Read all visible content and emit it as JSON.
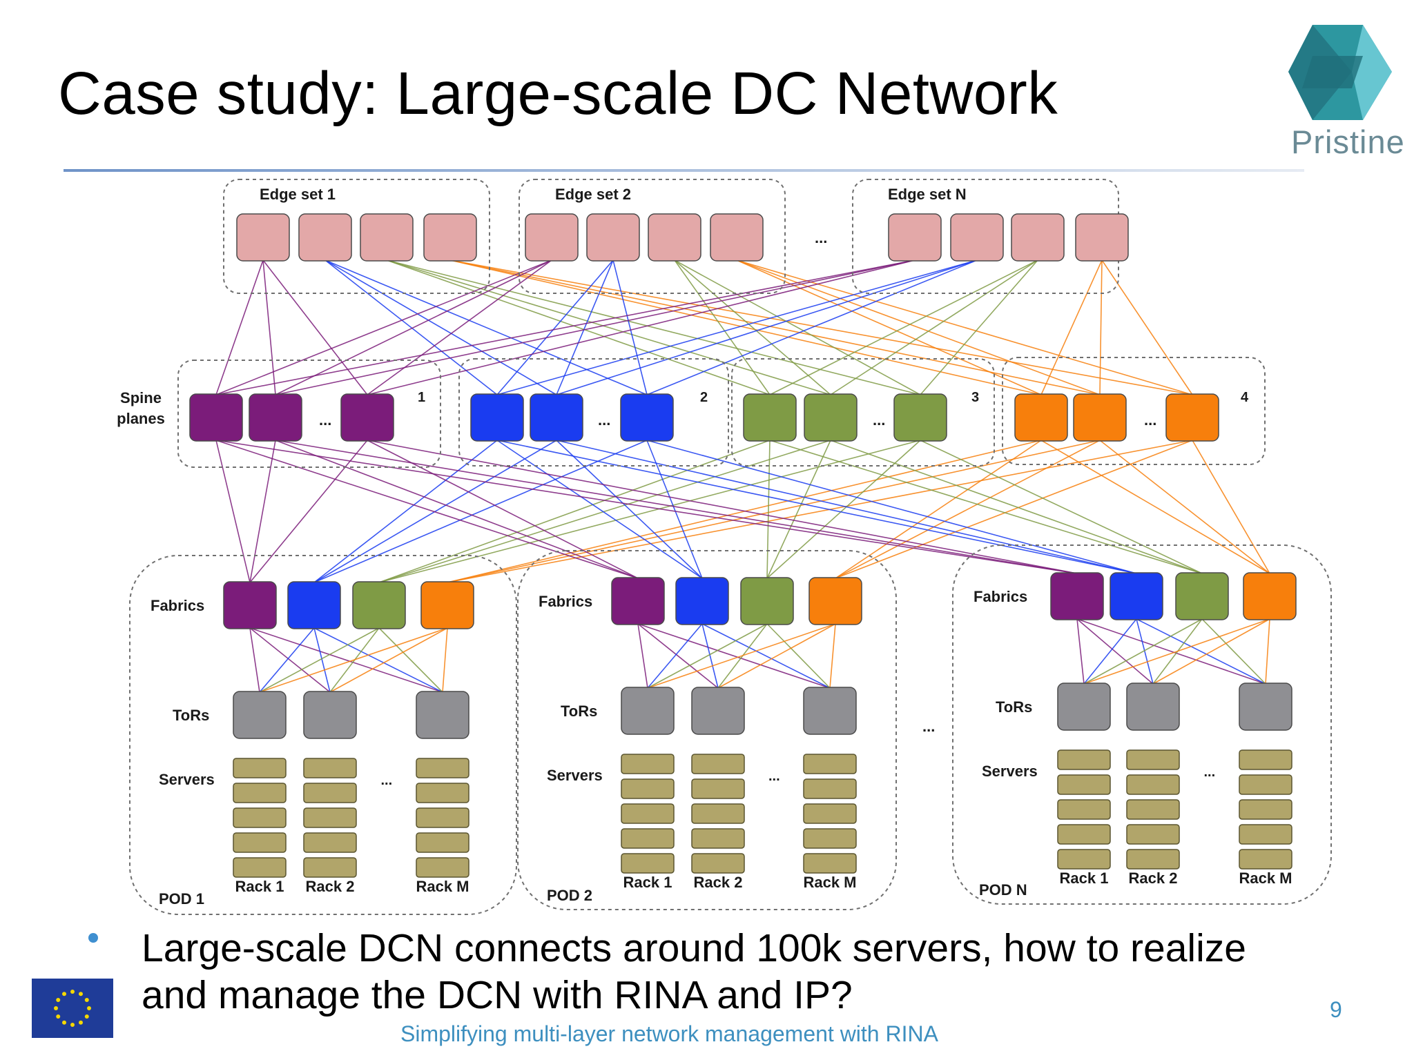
{
  "slide": {
    "title": "Case study: Large-scale DC Network",
    "logo_text": "Pristine",
    "bullet": "Large-scale DCN connects around 100k servers, how to realize and manage the DCN with RINA and IP?",
    "bullet_lines": [
      "Large-scale DCN connects around 100k servers, how to realize",
      "and manage the DCN with RINA and IP?"
    ],
    "footer": "Simplifying multi-layer network management with RINA",
    "page_number": "9"
  },
  "diagram": {
    "colors": {
      "edge": "#e3a8a8",
      "plane_1": "#7b1c7a",
      "plane_2": "#1a3cf0",
      "plane_3": "#7f9b45",
      "plane_4": "#f77f0c",
      "tor": "#8f8f93",
      "server": "#b1a56a",
      "dashed_border": "#6f6f6f"
    },
    "edge_sets": [
      {
        "label": "Edge set 1"
      },
      {
        "label": "Edge set 2"
      },
      {
        "label": "Edge set N"
      }
    ],
    "edge_ellipsis": "...",
    "spine_label_line1": "Spine",
    "spine_label_line2": "planes",
    "spine_planes": [
      {
        "number": "1",
        "color": "plane_1"
      },
      {
        "number": "2",
        "color": "plane_2"
      },
      {
        "number": "3",
        "color": "plane_3"
      },
      {
        "number": "4",
        "color": "plane_4"
      }
    ],
    "spine_ellipsis": "...",
    "pods": [
      {
        "label": "POD 1",
        "racks": [
          "Rack 1",
          "Rack 2",
          "Rack M"
        ]
      },
      {
        "label": "POD 2",
        "racks": [
          "Rack 1",
          "Rack 2",
          "Rack M"
        ]
      },
      {
        "label": "POD N",
        "racks": [
          "Rack 1",
          "Rack 2",
          "Rack M"
        ]
      }
    ],
    "pod_labels": {
      "fabrics": "Fabrics",
      "tors": "ToRs",
      "servers": "Servers"
    },
    "rack_ellipsis": "...",
    "pod_ellipsis": "..."
  }
}
